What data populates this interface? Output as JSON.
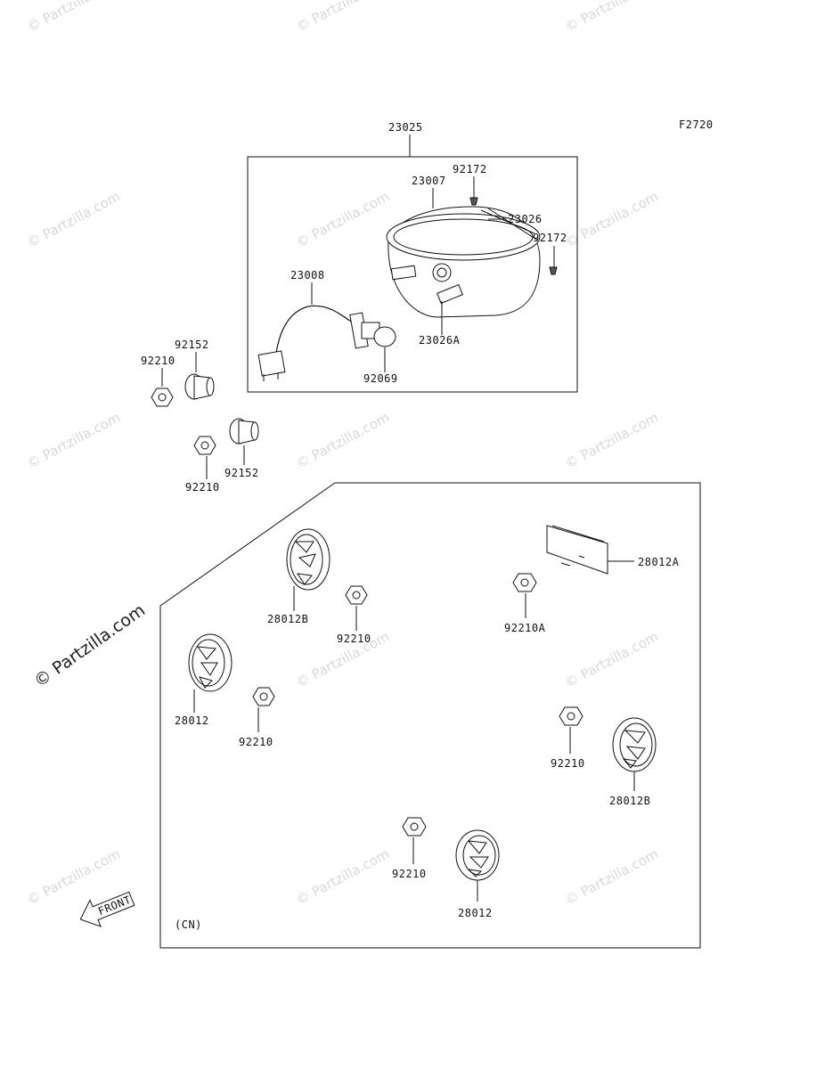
{
  "figure_code": "F2720",
  "region_note": "(CN)",
  "front_label": "FRONT",
  "watermark": "© Partzilla.com",
  "callouts": {
    "assembly": "23025",
    "housing": "23007",
    "screw_top": "92172",
    "screw_right": "92172",
    "rim": "23026",
    "socket": "23026A",
    "harness": "23008",
    "bulb": "92069",
    "collar_a": "92152",
    "nut_a": "92210",
    "collar_b": "92152",
    "nut_b": "92210",
    "reflector_b_top": "28012B",
    "nut_c": "92210",
    "reflector_plate": "28012A",
    "nut_d": "92210A",
    "reflector_left": "28012",
    "nut_e": "92210",
    "nut_f": "92210",
    "reflector_b_right": "28012B",
    "nut_g": "92210",
    "reflector_bottom": "28012"
  }
}
